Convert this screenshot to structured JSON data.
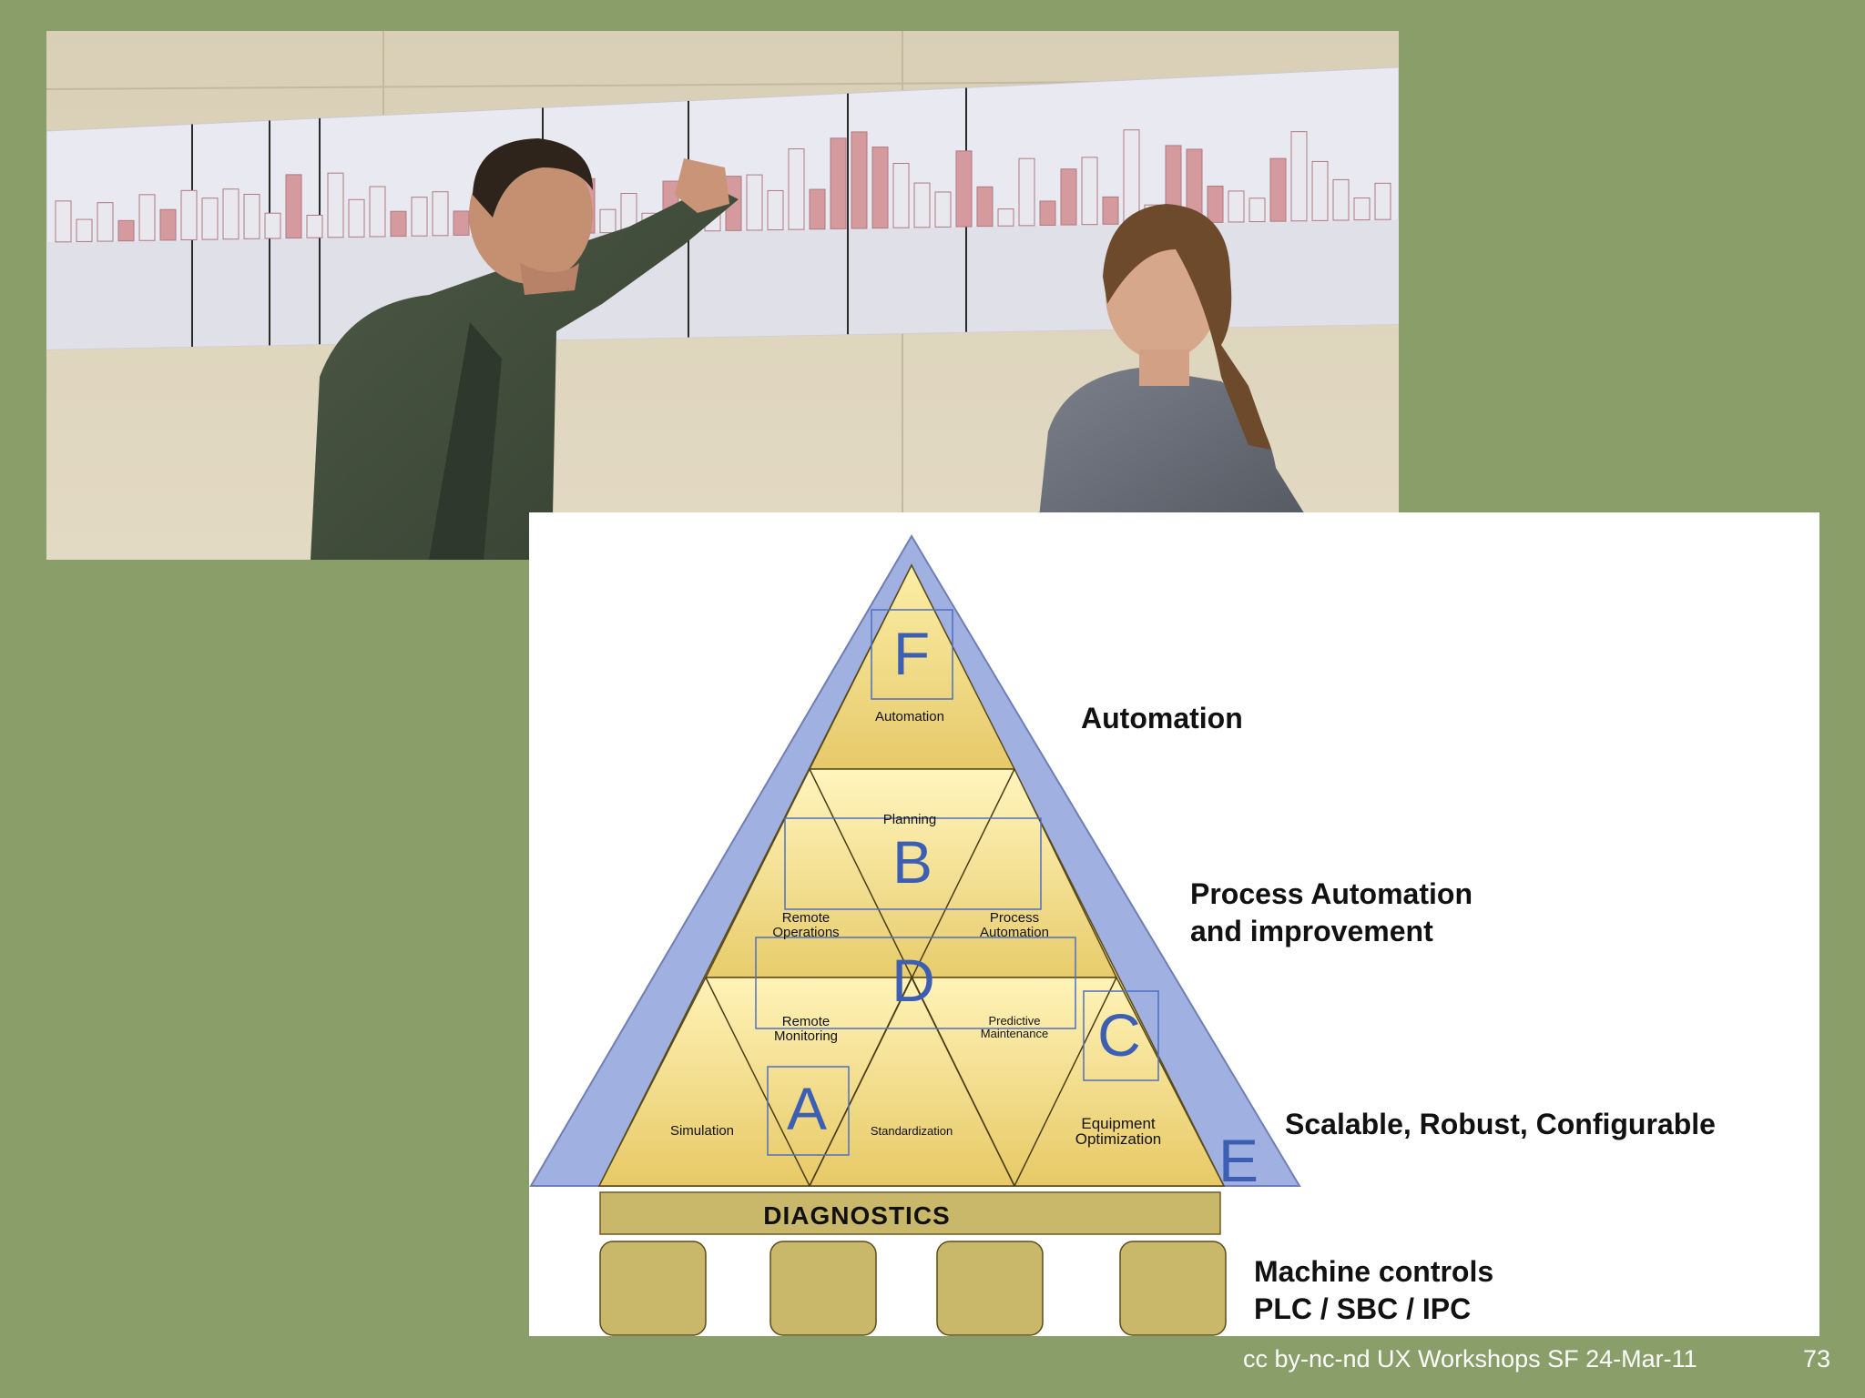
{
  "diagram": {
    "layers": {
      "F": {
        "letter": "F",
        "label": "Automation"
      },
      "B": {
        "letter": "B",
        "label": "Planning"
      },
      "D": {
        "letter": "D"
      },
      "C": {
        "letter": "C"
      },
      "A": {
        "letter": "A"
      },
      "E": {
        "letter": "E"
      }
    },
    "segments": {
      "remote_operations": [
        "Remote",
        "Operations"
      ],
      "process_automation": [
        "Process",
        "Automation"
      ],
      "remote_monitoring": [
        "Remote",
        "Monitoring"
      ],
      "predictive_maintenance": [
        "Predictive",
        "Maintenance"
      ],
      "simulation": "Simulation",
      "standardization": "Standardization",
      "equipment_optimization": [
        "Equipment",
        "Optimization"
      ]
    },
    "diagnostics_label": "DIAGNOSTICS",
    "right_labels": {
      "automation": "Automation",
      "process": [
        "Process Automation",
        "and improvement"
      ],
      "scalable": "Scalable, Robust, Configurable",
      "machine": [
        "Machine controls",
        "PLC / SBC / IPC"
      ]
    }
  },
  "footer": {
    "credit": "cc by-nc-nd UX Workshops SF 24-Mar-11",
    "page": "73"
  },
  "colors": {
    "slide_bg": "#8a9e69",
    "pyramid_outer": "#a0b0e0",
    "pyramid_gold": "#eed87a",
    "diagnostics_bar": "#c9b86a",
    "letter_blue": "#3c5fb4"
  }
}
